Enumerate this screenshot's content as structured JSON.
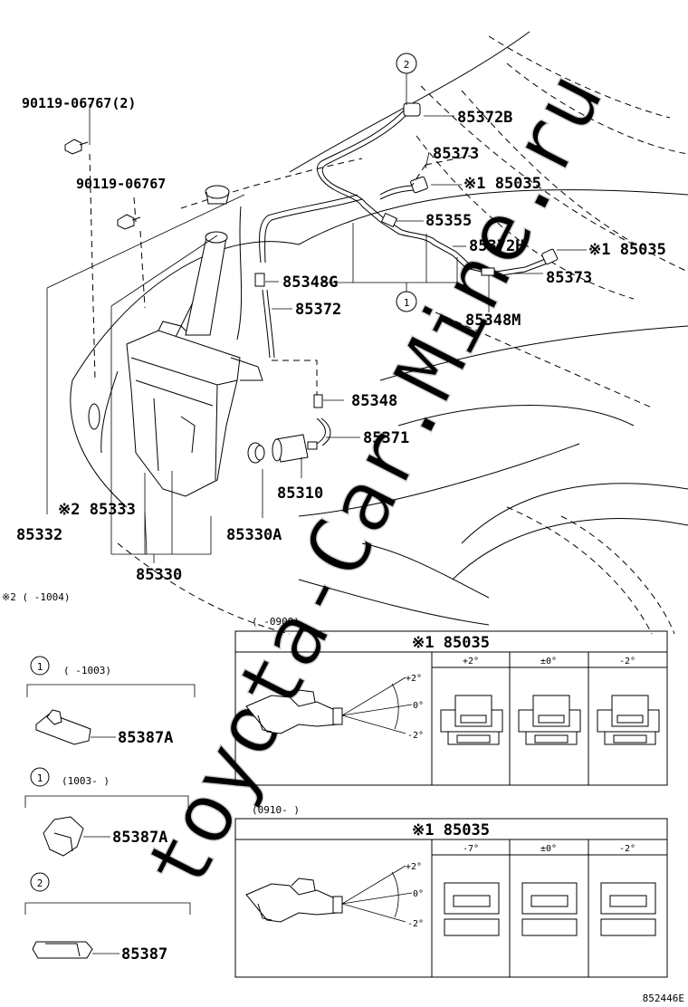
{
  "watermark": "toyota-Car.Mine.ru",
  "figure_code": "852446E",
  "part_labels": {
    "bolt_2": "90119-06767(2)",
    "bolt": "90119-06767",
    "hose_b": "85372B",
    "hose_upper": "85373",
    "nozzle_1": "※1 85035",
    "joint": "85355",
    "hose_h": "85372H",
    "nozzle_2": "※1 85035",
    "hose_right": "85373",
    "joint_g": "85348G",
    "hose_mid": "85372",
    "joint_m": "85348M",
    "joint_lower": "85348",
    "hose_pump": "85371",
    "pump": "85310",
    "inlet": "※2 85333",
    "tank": "85332",
    "grommet": "85330A",
    "assembly": "85330"
  },
  "callouts": {
    "one": "1",
    "two": "2"
  },
  "footnote_2": "※2 (      -1004)",
  "variant_1a": {
    "callout": "1",
    "range": "(      -1003)",
    "part": "85387A"
  },
  "variant_1b": {
    "callout": "1",
    "range": "(1003-      )",
    "part": "85387A"
  },
  "variant_2": {
    "callout": "2",
    "part": "85387"
  },
  "table_upper": {
    "range": "(      -0909)",
    "title": "※1 85035",
    "columns": [
      "+2°",
      "±0°",
      "-2°"
    ],
    "angles": [
      "+2°",
      "0°",
      "-2°"
    ]
  },
  "table_lower": {
    "range": "(0910-      )",
    "title": "※1 85035",
    "columns": [
      "-7°",
      "±0°",
      "-2°"
    ],
    "angles": [
      "+2°",
      "0°",
      "-2°"
    ]
  }
}
